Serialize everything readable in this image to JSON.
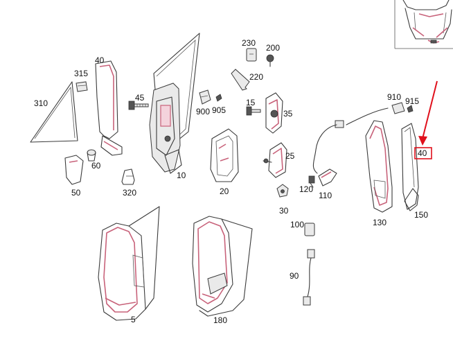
{
  "labels": {
    "p5": "5",
    "p10": "10",
    "p15": "15",
    "p20": "20",
    "p25": "25",
    "p30": "30",
    "p35": "35",
    "p40_left": "40",
    "p40_right": "40",
    "p45": "45",
    "p50": "50",
    "p60": "60",
    "p90": "90",
    "p100": "100",
    "p110": "110",
    "p120": "120",
    "p130": "130",
    "p150": "150",
    "p180": "180",
    "p200": "200",
    "p220": "220",
    "p230": "230",
    "p310": "310",
    "p315": "315",
    "p320": "320",
    "p900": "900",
    "p905": "905",
    "p910": "910",
    "p915": "915"
  },
  "highlight": {
    "label_ref": "p40_right",
    "color": "#e0101c"
  },
  "colors": {
    "accent": "#e0101c",
    "part_outline": "#3a3a3a",
    "edge_tint": "#c8627a"
  }
}
